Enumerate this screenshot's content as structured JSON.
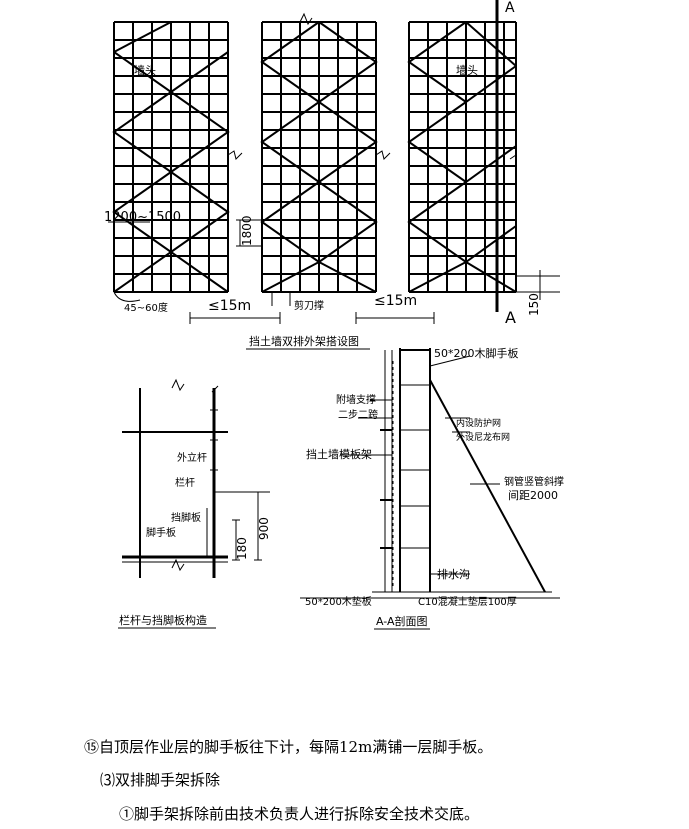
{
  "drawing": {
    "elevation": {
      "wall_end_left": "墙头",
      "wall_end_right": "墙头",
      "spacing": "1200~1500",
      "height": "1800",
      "brace_angle": "45~60度",
      "span_left": "≤15m",
      "span_right": "≤15m",
      "scissor_brace": "剪刀撑",
      "section_mark": "A",
      "dim_150": "150",
      "caption": "挡土墙双排外架搭设图"
    },
    "railing": {
      "outer_pole": "外立杆",
      "rail": "栏杆",
      "toe_board": "挡脚板",
      "scaffold_board": "脚手板",
      "dim_900": "900",
      "dim_180": "180",
      "caption": "栏杆与挡脚板构造"
    },
    "section": {
      "top_board": "50*200木脚手板",
      "wall_tie": "附墙支撑",
      "connector": "二步二跨",
      "safety_net": "内设防护网",
      "net_outer": "外设尼龙布网",
      "formwork": "挡土墙模板架",
      "brace": "钢管竖管斜撑",
      "brace_spacing": "间距2000",
      "ditch": "排水沟",
      "base_board": "50*200木垫板",
      "base_layer": "C10混凝土垫层100厚",
      "caption": "A-A剖面图"
    }
  },
  "text": {
    "p1": "⑮自顶层作业层的脚手板往下计，每隔12m满铺一层脚手板。",
    "p2": "⑶双排脚手架拆除",
    "p3": "①脚手架拆除前由技术负责人进行拆除安全技术交底。"
  }
}
